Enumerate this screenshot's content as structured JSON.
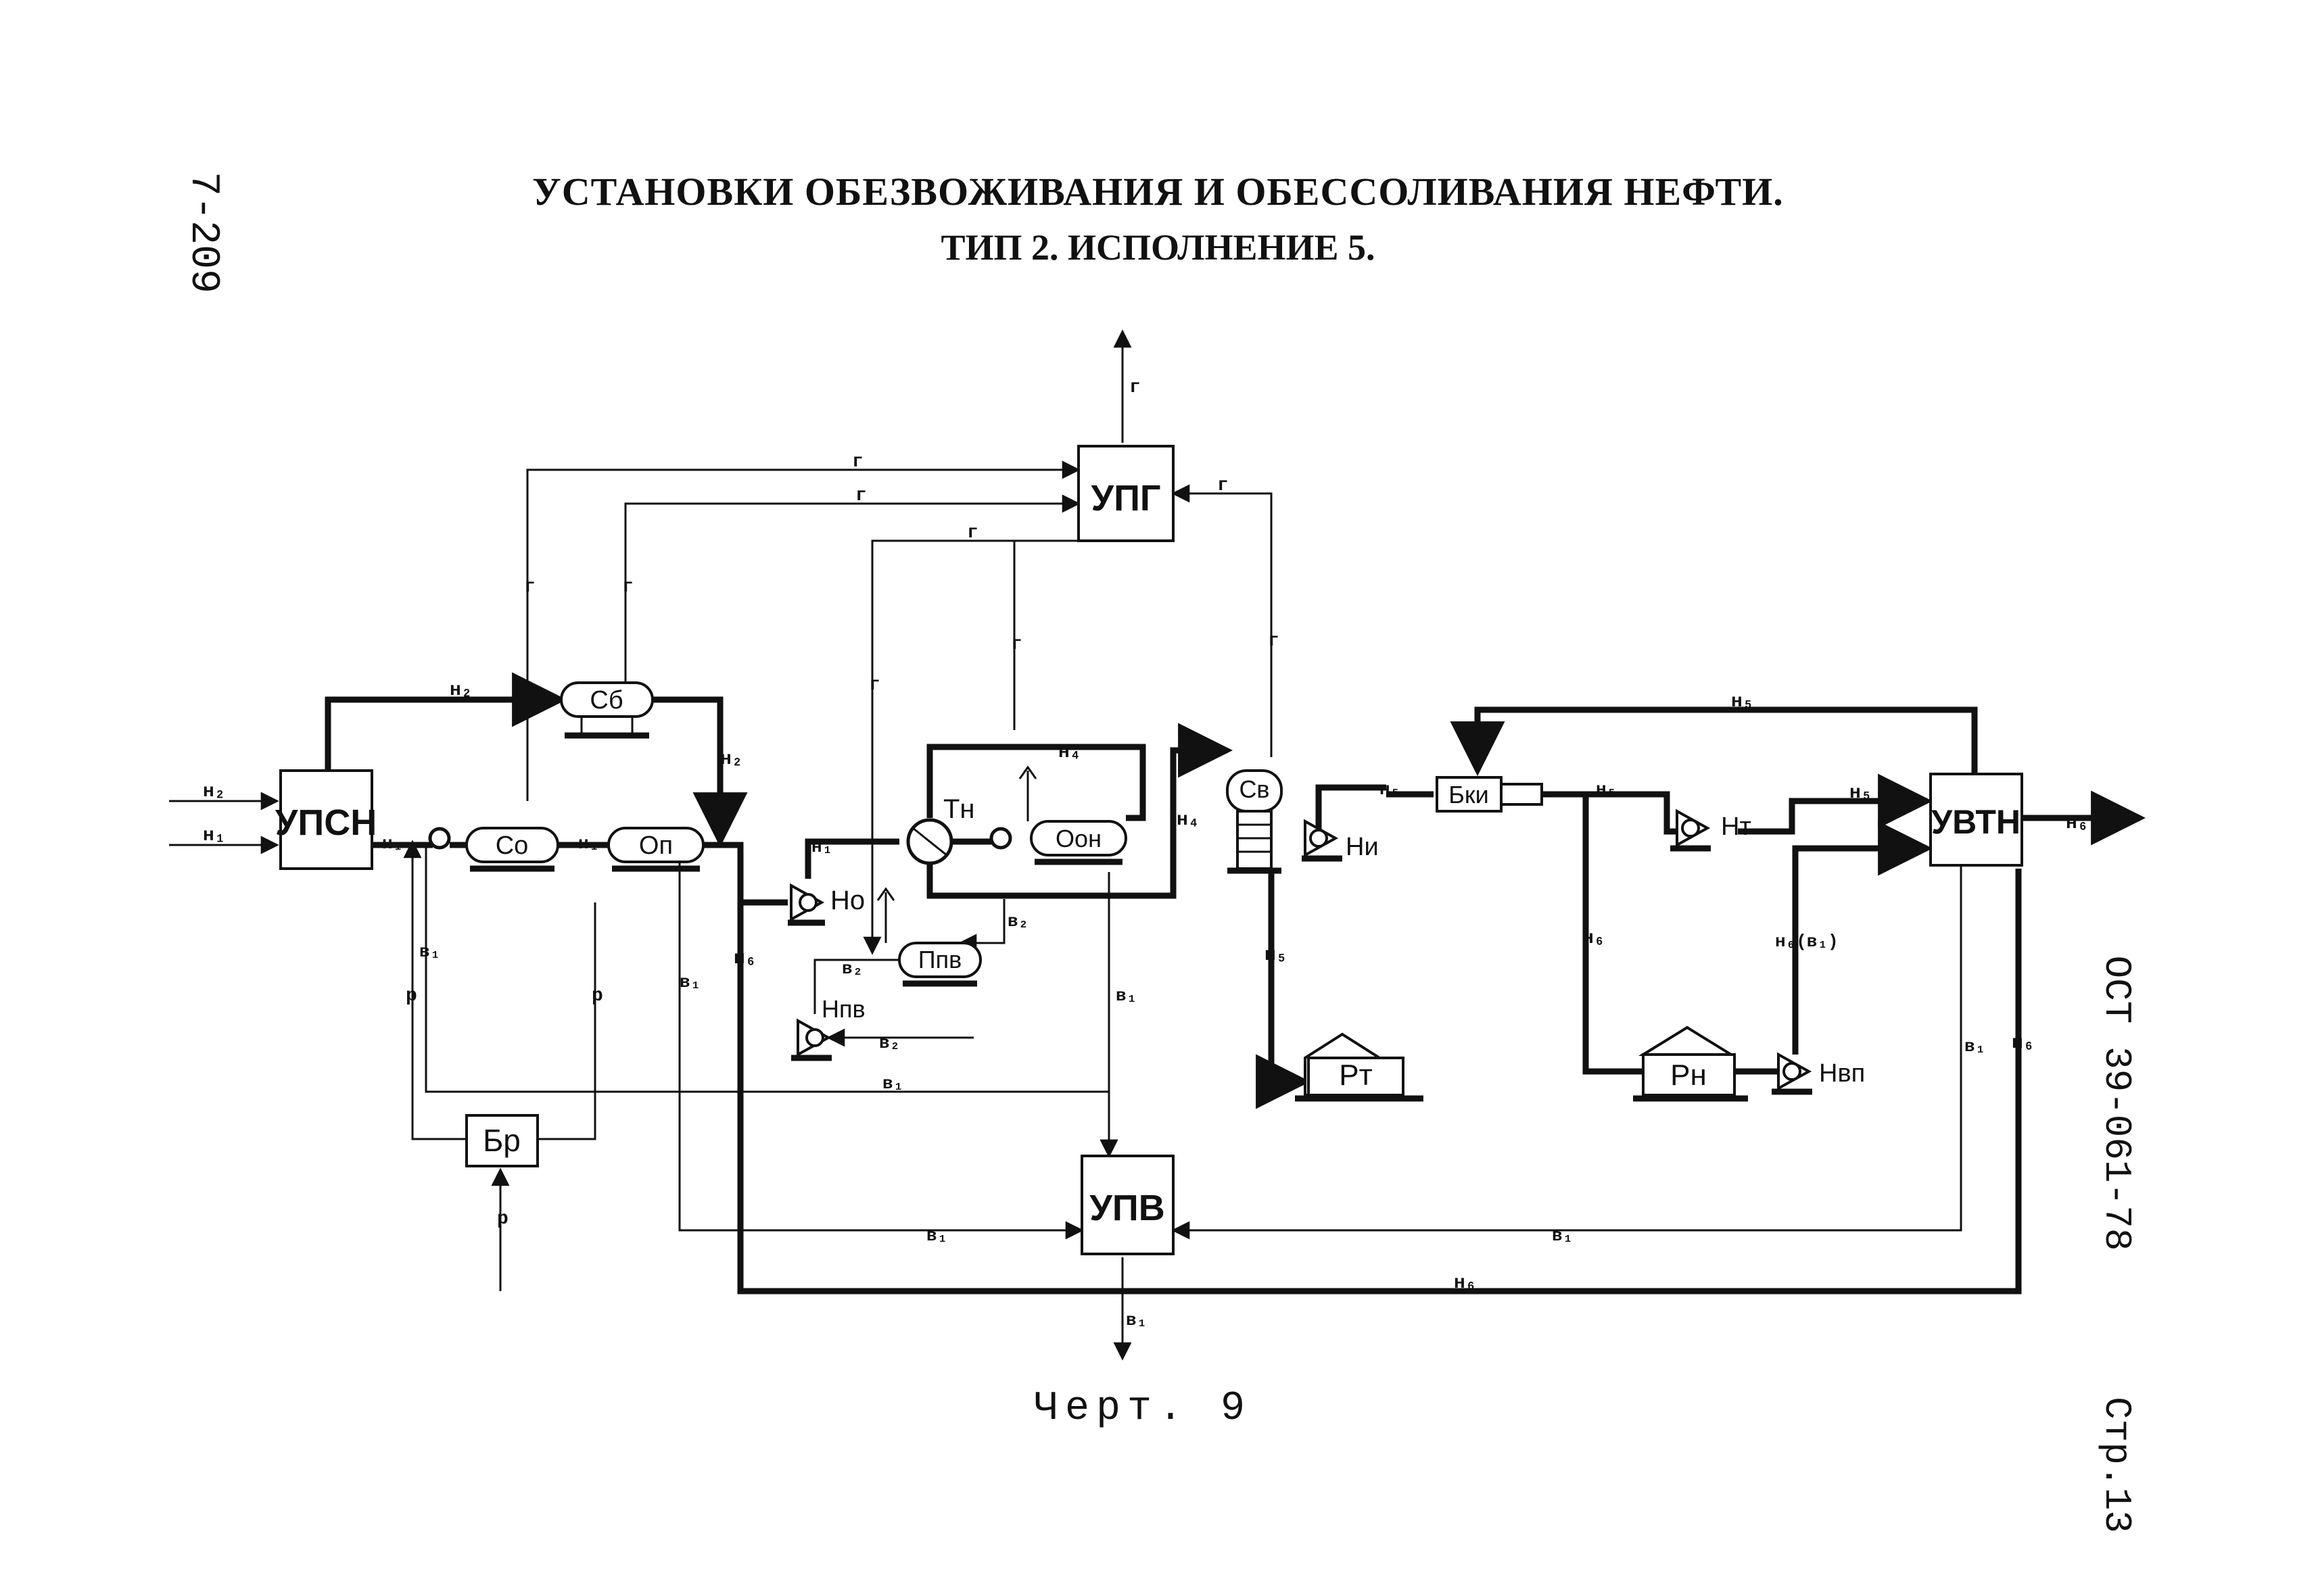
{
  "header": {
    "title_line1": "УСТАНОВКИ ОБЕЗВОЖИВАНИЯ И ОБЕССОЛИВАНИЯ НЕФТИ.",
    "title_line2": "ТИП 2.  ИСПОЛНЕНИЕ 5."
  },
  "margin": {
    "sheet_code": "7-209",
    "ost_code": "ОСТ 39-061-78",
    "page": "Стр.13"
  },
  "caption": "Черт. 9",
  "units": {
    "upsn": "УПСН",
    "upg": "УПГ",
    "upv": "УПВ",
    "uvtn": "УВТН",
    "br": "Бр",
    "bki": "Бки"
  },
  "vessels": {
    "sb": "Сб",
    "so": "Со",
    "op": "Оп",
    "ppv": "Ппв",
    "oon": "Оон",
    "sv": "Св",
    "rt": "Рт",
    "rn": "Рн"
  },
  "equipment": {
    "tn": "Тн",
    "no": "Но",
    "npv": "Нпв",
    "ni": "Ни",
    "nt": "Нт",
    "nvp": "Нвп"
  },
  "streams": {
    "n1": "н₁",
    "n2": "н₂",
    "n4": "н₄",
    "n5": "н₅",
    "n6": "н₆",
    "g": "г",
    "v1": "в₁",
    "v2": "в₂",
    "r": "р",
    "n6v1": "н₆(в₁)"
  }
}
